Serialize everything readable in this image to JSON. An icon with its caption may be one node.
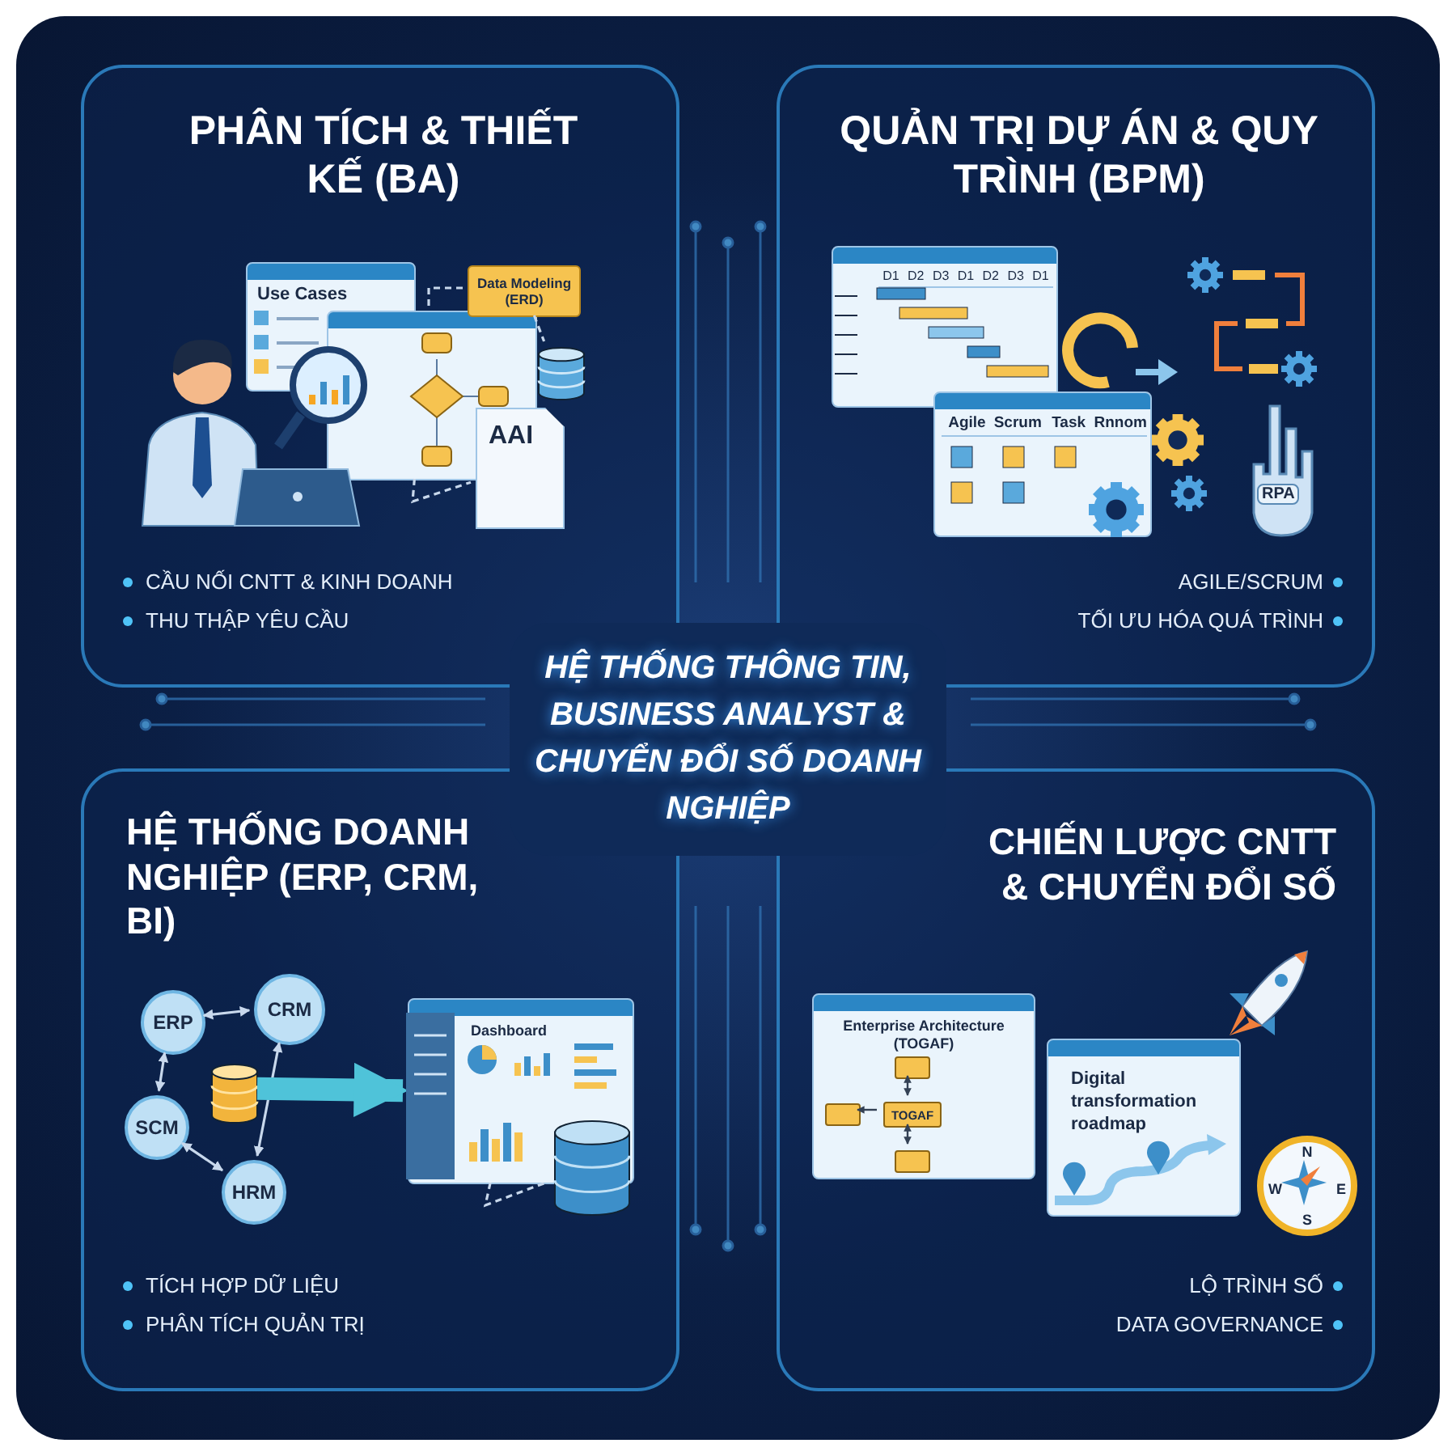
{
  "diagram": {
    "title": "HỆ THỐNG THÔNG TIN, BUSINESS ANALYST & CHUYỂN ĐỔI SỐ DOANH NGHIỆP",
    "nodes": [
      {
        "text": [
          "PHÂN TÍCH & THIẾT KẾ (BA)",
          "CẦU NỐI CNTT & KINH DOANH",
          "THU THẬP YÊU CẦU"
        ]
      },
      {
        "text": [
          "Use Cases"
        ],
        "in": 0
      },
      {
        "text": [],
        "shape": "box",
        "in": 0
      },
      {
        "text": [
          "Data Modeling (ERD)"
        ],
        "in": 0
      },
      {
        "text": [],
        "shape": "cylinder",
        "in": 0
      },
      {
        "text": [
          "AAI"
        ],
        "in": 0
      },
      {
        "text": [
          "QUẢN TRỊ DỰ ÁN & QUY TRÌNH (BPM)",
          "AGILE/SCRUM",
          "TỐI ƯU HÓA QUÁ TRÌNH"
        ]
      },
      {
        "text": [
          "D1",
          "D2",
          "D3",
          "D1",
          "D2",
          "D3",
          "D1"
        ],
        "in": 6
      },
      {
        "text": [
          "Agile",
          "Scrum",
          "Task",
          "Rnnom"
        ],
        "in": 6
      },
      {
        "text": [
          "RPA"
        ],
        "in": 6
      },
      {
        "text": [
          "HỆ THỐNG DOANH NGHIỆP (ERP, CRM, BI)",
          "TÍCH HỢP DỮ LIỆU",
          "PHÂN TÍCH QUẢN TRỊ"
        ]
      },
      {
        "text": [
          "ERP"
        ],
        "in": 10
      },
      {
        "text": [
          "CRM"
        ],
        "in": 10
      },
      {
        "text": [
          "SCM"
        ],
        "in": 10
      },
      {
        "text": [
          "HRM"
        ],
        "in": 10
      },
      {
        "text": [],
        "shape": "cylinder",
        "in": 10
      },
      {
        "text": [
          "Dashboard"
        ],
        "in": 10
      },
      {
        "text": [],
        "shape": "cylinder",
        "in": 10
      },
      {
        "text": [
          "CHIẾN LƯỢC CNTT & CHUYỂN ĐỔI SỐ",
          "LỘ TRÌNH SỐ",
          "DATA GOVERNANCE"
        ]
      },
      {
        "text": [
          "Enterprise Architecture (TOGAF)"
        ],
        "in": 18
      },
      {
        "text": [],
        "shape": "box",
        "in": 19
      },
      {
        "text": [],
        "shape": "box",
        "in": 19
      },
      {
        "text": [
          "TOGAF"
        ],
        "in": 19
      },
      {
        "text": [],
        "shape": "box",
        "in": 19
      },
      {
        "text": [
          "Digital transformation roadmap"
        ],
        "in": 18
      },
      {
        "text": [
          "N",
          "W",
          "E",
          "S"
        ],
        "in": 18
      }
    ],
    "edges": [
      {
        "from": 3,
        "to": 2,
        "arrow": "none",
        "style": "dashed"
      },
      {
        "from": 3,
        "to": 4,
        "arrow": "none",
        "style": "dashed"
      },
      {
        "from": 2,
        "to": 5,
        "arrow": "none",
        "style": "dashed"
      },
      {
        "from": 11,
        "to": 12,
        "arrow": "both"
      },
      {
        "from": 11,
        "to": 13,
        "arrow": "both"
      },
      {
        "from": 13,
        "to": 14,
        "arrow": "both"
      },
      {
        "from": 12,
        "to": 14,
        "arrow": "both"
      },
      {
        "from": 15,
        "to": 16,
        "arrow": "to",
        "style": "thick",
        "color": "#4fc3d9"
      },
      {
        "from": 16,
        "to": 17,
        "arrow": "none",
        "style": "dashed"
      },
      {
        "from": 22,
        "to": 20,
        "arrow": "both",
        "color": "#334155"
      },
      {
        "from": 22,
        "to": 21,
        "arrow": "to",
        "color": "#334155"
      },
      {
        "from": 22,
        "to": 23,
        "arrow": "both",
        "color": "#334155"
      }
    ]
  }
}
